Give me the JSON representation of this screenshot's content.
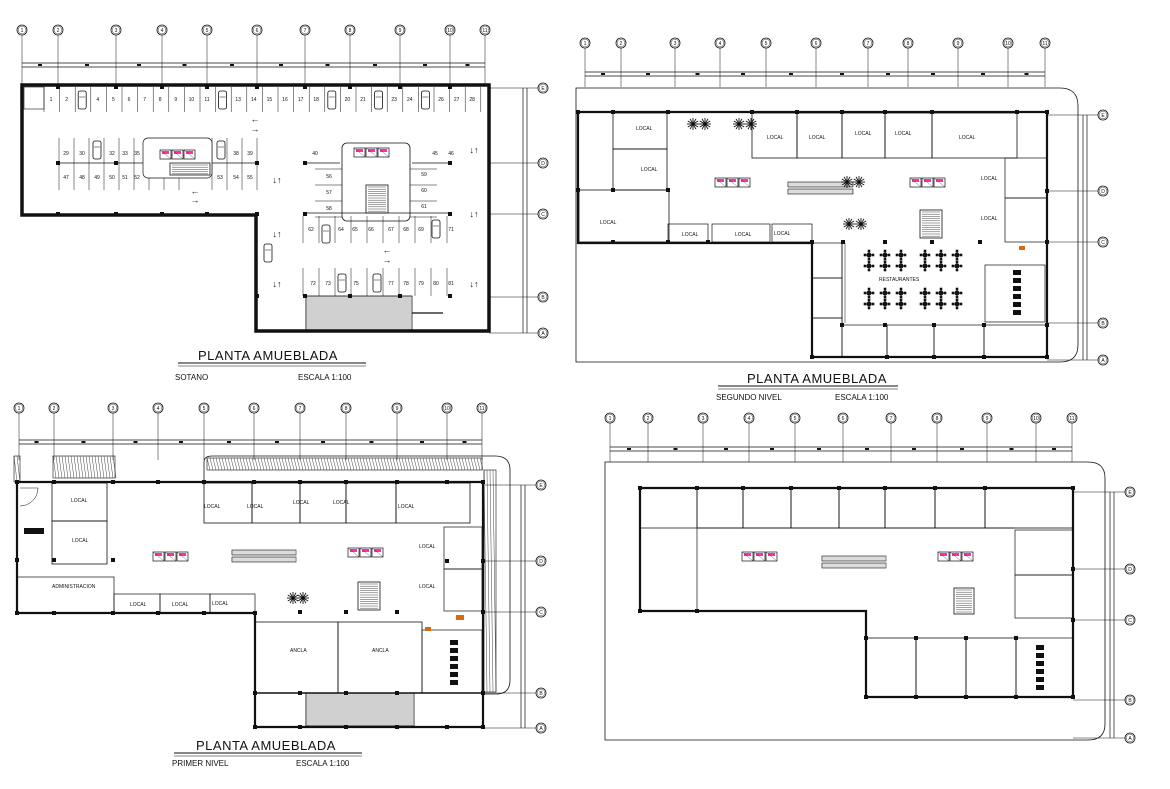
{
  "colors": {
    "line": "#111111",
    "elevator": "#ff2fa8",
    "accent_cyan": "#28c8d8",
    "furniture_orange": "#d86a10",
    "hatch": "#333333"
  },
  "grid": {
    "columns": [
      "1",
      "2",
      "3",
      "4",
      "5",
      "6",
      "7",
      "8",
      "9",
      "10",
      "11"
    ],
    "rows": [
      "E",
      "D",
      "C",
      "B",
      "A"
    ]
  },
  "plans": [
    {
      "title": "PLANTA AMUEBLADA",
      "level": "SOTANO",
      "scale": "ESCALA 1:100",
      "parking": {
        "row1": [
          "1",
          "2",
          "",
          "4",
          "5",
          "6",
          "7",
          "8",
          "9",
          "10",
          "11",
          "",
          "13",
          "14",
          "15",
          "16",
          "17",
          "18",
          "",
          "20",
          "21",
          "",
          "23",
          "24",
          "",
          "26",
          "27",
          "28"
        ],
        "row2": [
          "29",
          "30",
          "32",
          "33",
          "35",
          "38",
          "39",
          "40",
          "45",
          "46"
        ],
        "row3": [
          "47",
          "48",
          "49",
          "50",
          "51",
          "52",
          "53",
          "54",
          "55"
        ],
        "core_left": [
          "56",
          "57",
          "58"
        ],
        "core_right": [
          "59",
          "60",
          "61"
        ],
        "row4": [
          "62",
          "64",
          "65",
          "66",
          "67",
          "68",
          "69",
          "71"
        ],
        "row5": [
          "72",
          "73",
          "75",
          "77",
          "78",
          "79",
          "80",
          "81"
        ]
      }
    },
    {
      "title": "PLANTA AMUEBLADA",
      "level": "SEGUNDO NIVEL",
      "scale": "ESCALA 1:100",
      "rooms": {
        "local": "LOCAL",
        "restaurants": "RESTAURANTES"
      }
    },
    {
      "title": "PLANTA AMUEBLADA",
      "level": "PRIMER NIVEL",
      "scale": "ESCALA 1:100",
      "rooms": {
        "local": "LOCAL",
        "anchor": "ANCLA",
        "admin": "ADMINISTRACION"
      }
    },
    {}
  ]
}
